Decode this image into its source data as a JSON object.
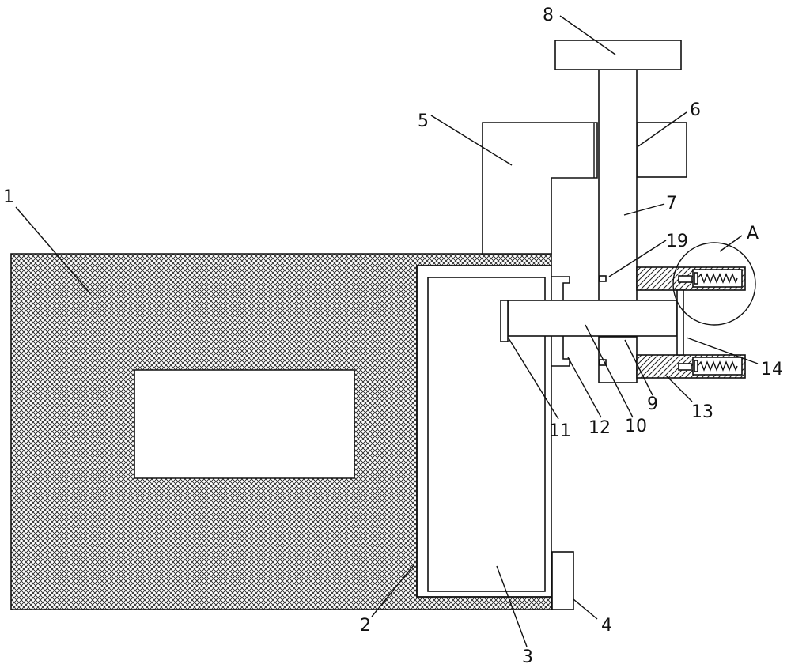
{
  "labels": {
    "l1": "1",
    "l2": "2",
    "l3": "3",
    "l4": "4",
    "l5": "5",
    "l6": "6",
    "l7": "7",
    "l8": "8",
    "l9": "9",
    "l10": "10",
    "l11": "11",
    "l12": "12",
    "l13": "13",
    "l14": "14",
    "l19": "19",
    "lA": "A"
  }
}
